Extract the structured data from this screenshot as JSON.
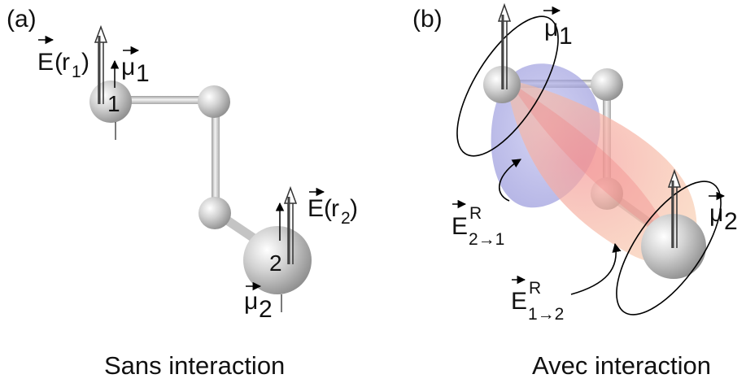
{
  "panel_a": {
    "label": "(a)",
    "caption": "Sans interaction",
    "atom1_number": "1",
    "atom2_number": "2",
    "e_field_r1": {
      "symbol": "E",
      "paren_open": "(",
      "r": "r",
      "index": "1",
      "paren_close": ")"
    },
    "e_field_r2": {
      "symbol": "E",
      "paren_open": "(",
      "r": "r",
      "index": "2",
      "paren_close": ")"
    },
    "mu1": {
      "symbol": "μ",
      "index": "1"
    },
    "mu2": {
      "symbol": "μ",
      "index": "2"
    }
  },
  "panel_b": {
    "label": "(b)",
    "caption": "Avec interaction",
    "mu1": {
      "symbol": "μ",
      "index": "1"
    },
    "mu2": {
      "symbol": "μ",
      "index": "2"
    },
    "e_radiated_2_to_1": {
      "symbol": "E",
      "superscript": "R",
      "subscript": "2→1"
    },
    "e_radiated_1_to_2": {
      "symbol": "E",
      "superscript": "R",
      "subscript": "1→2"
    }
  },
  "colors": {
    "atom": "#bdbdbd",
    "bond": "#cfcfcf",
    "field_blue": "#8c8cd6",
    "field_red": "#f08080"
  }
}
